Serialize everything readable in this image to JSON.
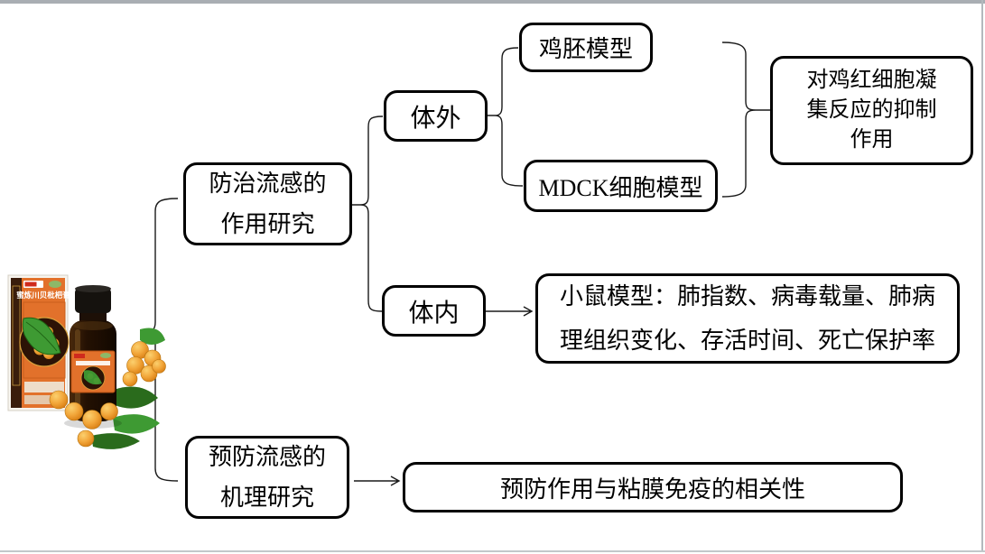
{
  "page": {
    "background": "#ffffff",
    "top_border_color": "#a9aeb3",
    "side_border_color": "#b3b9bd"
  },
  "product": {
    "label": "蜜炼川贝枇杷膏",
    "colors": {
      "carton_orange": "#e2712b",
      "carton_brown": "#3a1d0c",
      "bottle_brown": "#241103",
      "cap_black": "#15120e",
      "leaf_green": "#3e9a33",
      "leaf_dark_green": "#2a6b1c",
      "fruit_orange": "#f2a63a",
      "logo_red": "#cf2a1d",
      "circle_dark": "#2c1306"
    }
  },
  "diagram": {
    "line_color": "#1a1a1a",
    "node_border_color": "#000000",
    "node_fill": "#ffffff",
    "nodes": {
      "research_effect": {
        "line1": "防治流感的",
        "line2": "作用研究"
      },
      "in_vitro": {
        "label": "体外"
      },
      "chick_embryo": {
        "label": "鸡胚模型"
      },
      "mdck": {
        "label": "MDCK细胞模型"
      },
      "hemagglutination": {
        "line1": "对鸡红细胞凝",
        "line2": "集反应的抑制",
        "line3": "作用"
      },
      "in_vivo": {
        "label": "体内"
      },
      "mouse_model": {
        "line1": "小鼠模型：肺指数、病毒载量、肺病",
        "line2": "理组织变化、存活时间、死亡保护率"
      },
      "research_mechanism": {
        "line1": "预防流感的",
        "line2": "机理研究"
      },
      "mucosal": {
        "label": "预防作用与粘膜免疫的相关性"
      }
    }
  }
}
